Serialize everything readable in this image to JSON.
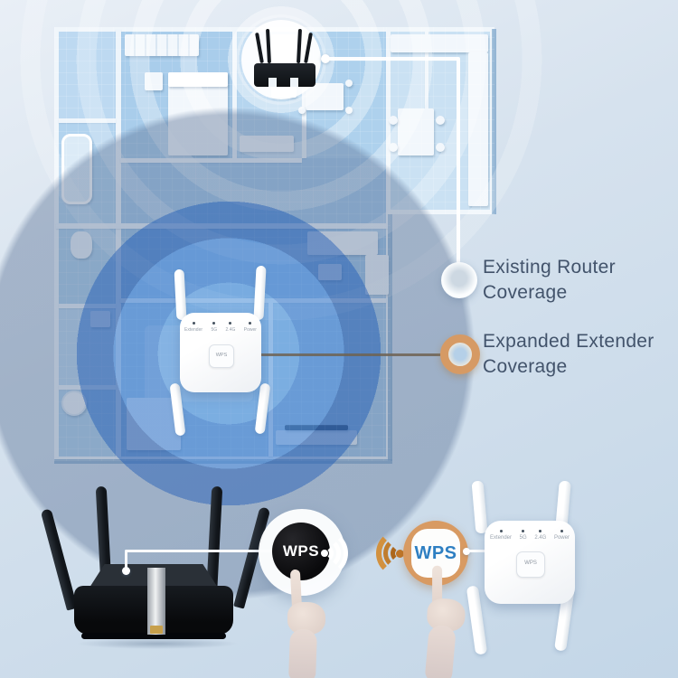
{
  "legend": {
    "router": {
      "line1": "Existing Router",
      "line2": "Coverage"
    },
    "extender": {
      "line1": "Expanded Extender",
      "line2": "Coverage"
    }
  },
  "router_wps_button": {
    "label": "WPS"
  },
  "extender_wps_button": {
    "label": "WPS"
  },
  "floor_extender": {
    "wps": "WPS",
    "leds": [
      "Extender",
      "5G",
      "2.4G",
      "Power"
    ]
  },
  "bottom_extender": {
    "wps": "WPS",
    "leds": [
      "Extender",
      "5G",
      "2.4G",
      "Power"
    ]
  },
  "colors": {
    "coverage_blue": "#4a84cd",
    "accent_orange": "#d89a62",
    "wps_blue_text": "#2e7fc2",
    "legend_text": "#42536b"
  }
}
